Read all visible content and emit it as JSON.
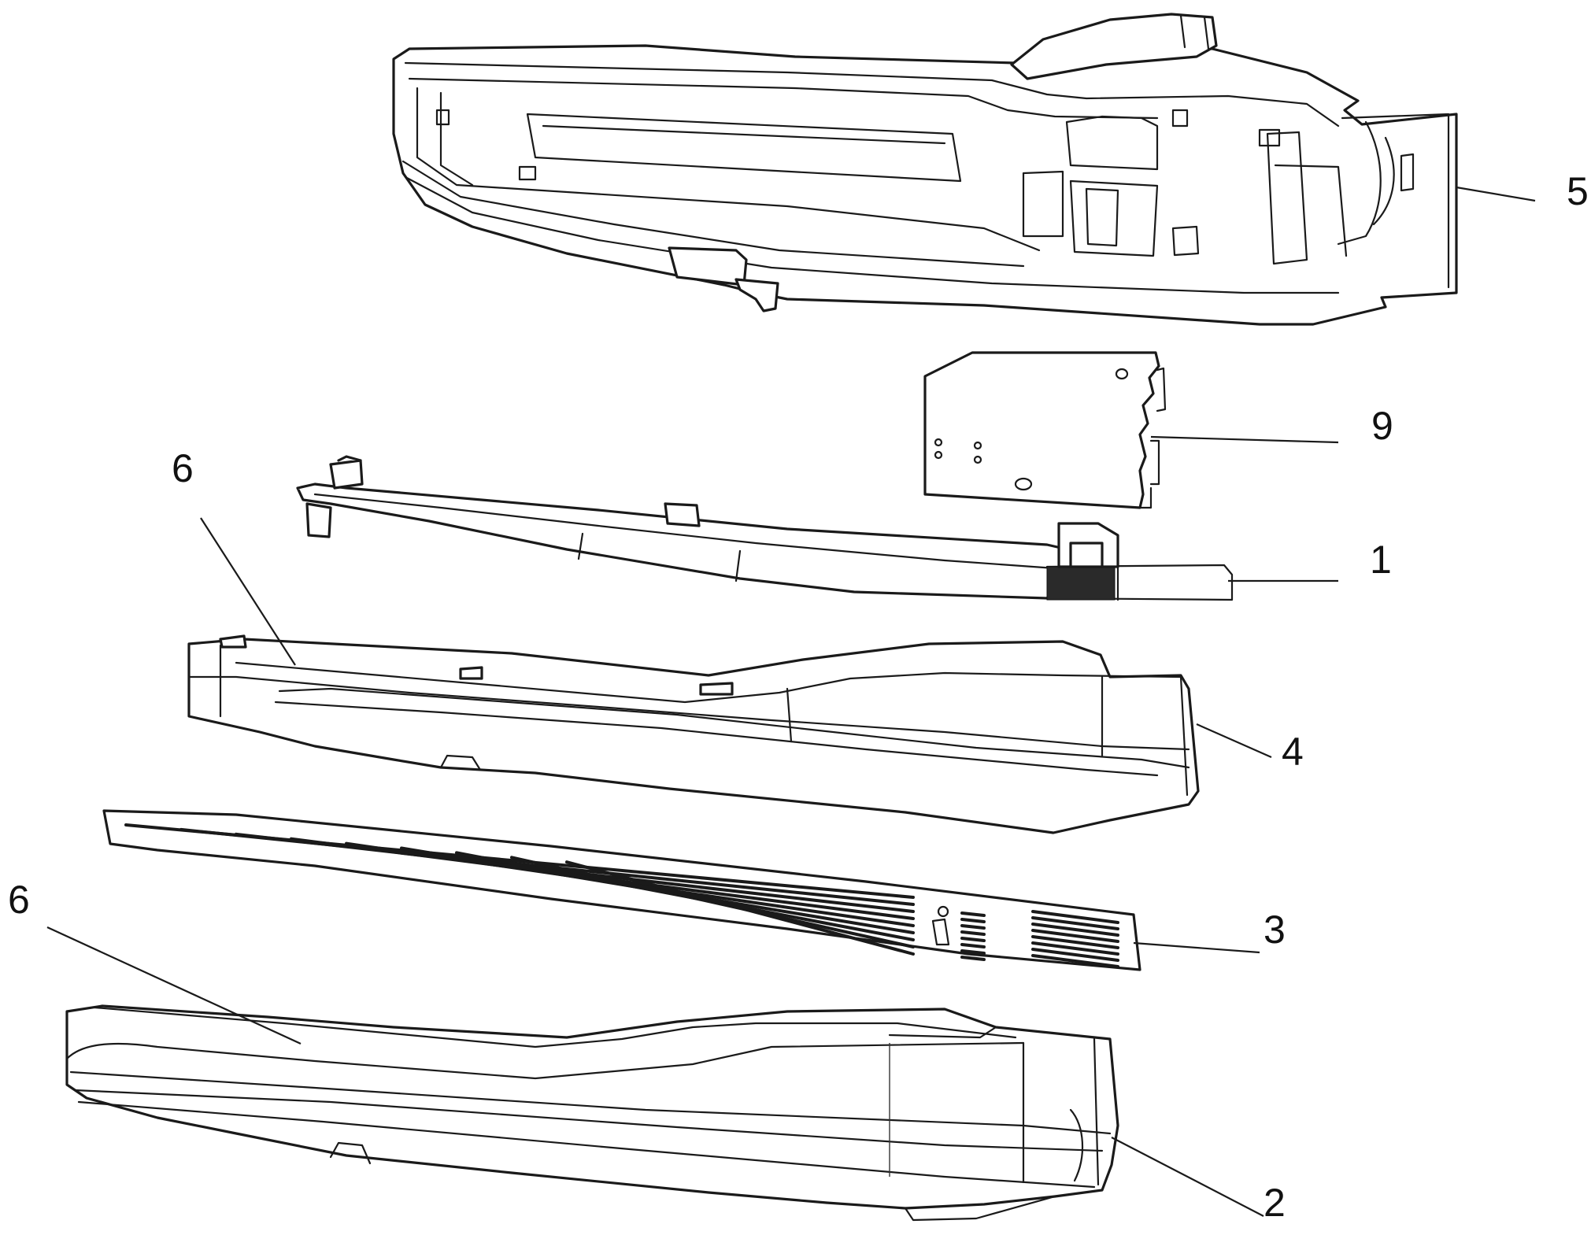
{
  "labels": {
    "part_5": "5",
    "part_9": "9",
    "part_6_upper": "6",
    "part_1": "1",
    "part_4": "4",
    "part_3": "3",
    "part_6_lower": "6",
    "part_2": "2"
  },
  "parts": [
    {
      "number": "5",
      "icon": "handle-base-housing"
    },
    {
      "number": "9",
      "icon": "circuit-board-plate"
    },
    {
      "number": "1",
      "icon": "light-guide-bar"
    },
    {
      "number": "4",
      "icon": "inner-cover"
    },
    {
      "number": "3",
      "icon": "ventilation-grille-strip"
    },
    {
      "number": "6",
      "icon": "curved-surface"
    },
    {
      "number": "2",
      "icon": "outer-cover"
    }
  ],
  "colors": {
    "line": "#1a1a1a",
    "background": "#ffffff"
  }
}
